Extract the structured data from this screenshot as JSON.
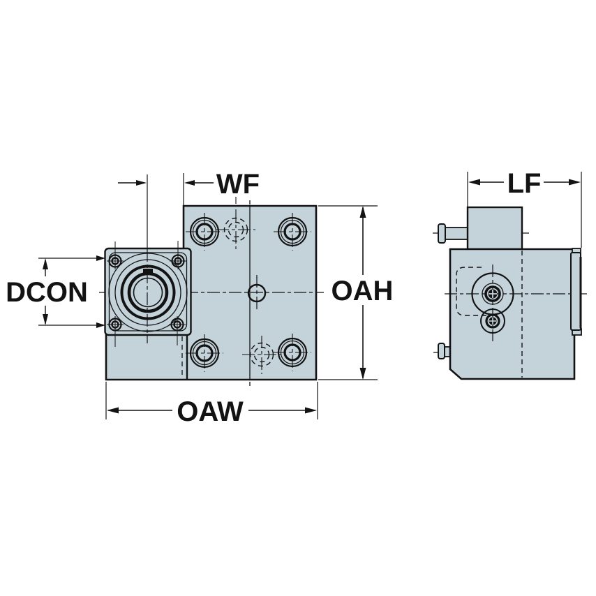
{
  "drawing": {
    "kind": "engineering-dimension-drawing",
    "part_fill_color": "#c4d2da",
    "line_color": "#131313",
    "background_color": "#ffffff",
    "views": [
      {
        "id": "front-view"
      },
      {
        "id": "side-view"
      }
    ],
    "labels": {
      "wf": "WF",
      "dcon": "DCON",
      "oah": "OAH",
      "oaw": "OAW",
      "lf": "LF"
    }
  }
}
